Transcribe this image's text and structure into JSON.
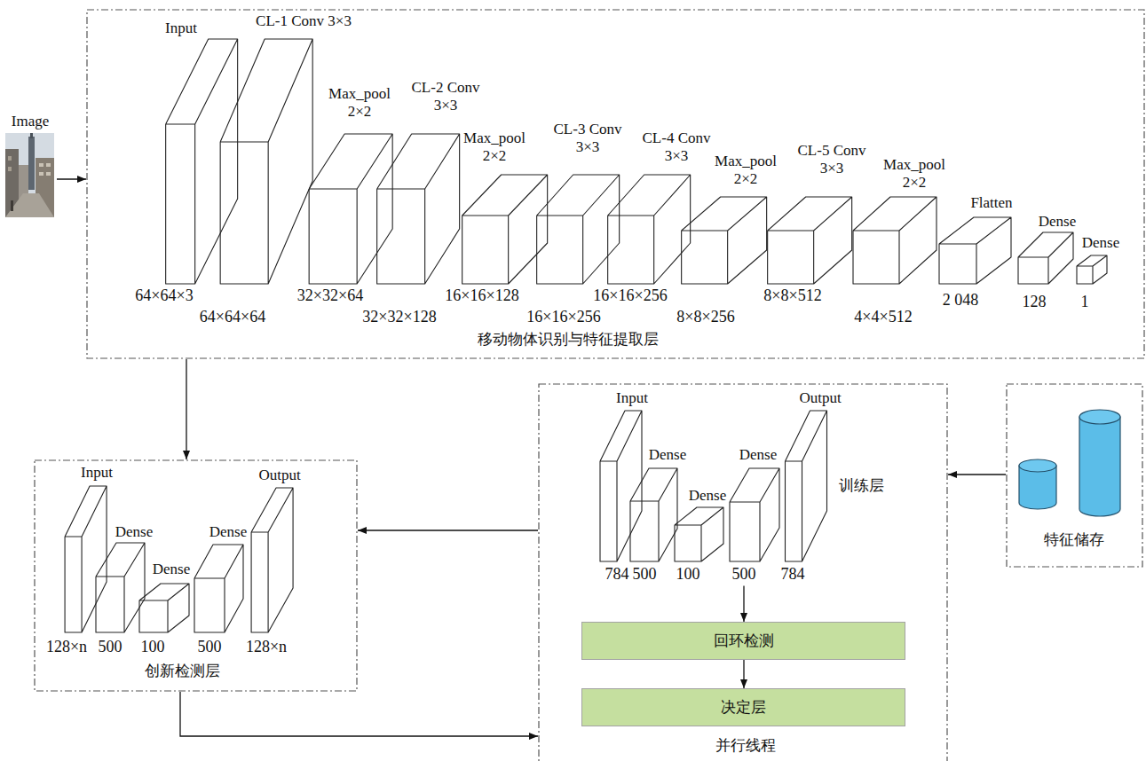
{
  "diagram": {
    "nodes": [
      {
        "text": [
          "Image"
        ]
      },
      {
        "text": [
          "移动物体识别与特征提取层"
        ]
      },
      {
        "text": [
          "Input",
          "64×64×3"
        ],
        "in": 1
      },
      {
        "text": [
          "CL-1 Conv 3×3",
          "64×64×64"
        ],
        "in": 1
      },
      {
        "text": [
          "Max_pool 2×2",
          "32×32×64"
        ],
        "in": 1
      },
      {
        "text": [
          "CL-2 Conv 3×3",
          "32×32×128"
        ],
        "in": 1
      },
      {
        "text": [
          "Max_pool 2×2",
          "16×16×128"
        ],
        "in": 1
      },
      {
        "text": [
          "CL-3 Conv 3×3",
          "16×16×256"
        ],
        "in": 1
      },
      {
        "text": [
          "CL-4 Conv 3×3",
          "16×16×256"
        ],
        "in": 1
      },
      {
        "text": [
          "Max_pool 2×2",
          "8×8×256"
        ],
        "in": 1
      },
      {
        "text": [
          "CL-5 Conv 3×3",
          "8×8×512"
        ],
        "in": 1
      },
      {
        "text": [
          "Max_pool 2×2",
          "4×4×512"
        ],
        "in": 1
      },
      {
        "text": [
          "Flatten",
          "2 048"
        ],
        "in": 1
      },
      {
        "text": [
          "Dense",
          "128"
        ],
        "in": 1
      },
      {
        "text": [
          "Dense",
          "1"
        ],
        "in": 1
      },
      {
        "text": [
          "创新检测层"
        ]
      },
      {
        "text": [
          "Input",
          "128×n"
        ],
        "in": 15
      },
      {
        "text": [
          "Dense",
          "500"
        ],
        "in": 15
      },
      {
        "text": [
          "Dense",
          "100"
        ],
        "in": 15
      },
      {
        "text": [
          "Dense",
          "500"
        ],
        "in": 15
      },
      {
        "text": [
          "Output",
          "128×n"
        ],
        "in": 15
      },
      {
        "text": [
          "训练层",
          "并行线程"
        ]
      },
      {
        "text": [
          "Input",
          "784"
        ],
        "in": 21
      },
      {
        "text": [
          "Dense",
          "500"
        ],
        "in": 21
      },
      {
        "text": [
          "Dense",
          "100"
        ],
        "in": 21
      },
      {
        "text": [
          "Dense",
          "500"
        ],
        "in": 21
      },
      {
        "text": [
          "Output",
          "784"
        ],
        "in": 21
      },
      {
        "text": [
          "回环检测"
        ],
        "in": 21
      },
      {
        "text": [
          "决定层"
        ],
        "in": 21
      },
      {
        "text": [
          "特征储存"
        ]
      }
    ],
    "edges": [
      {
        "from": 0,
        "to": 1,
        "arrow": "to"
      },
      {
        "from": 1,
        "to": 15,
        "arrow": "to"
      },
      {
        "from": 21,
        "to": 15,
        "arrow": "to"
      },
      {
        "from": 29,
        "to": 21,
        "arrow": "to"
      },
      {
        "from": 15,
        "to": 21,
        "arrow": "to"
      },
      {
        "from": 25,
        "to": 27,
        "arrow": "to"
      },
      {
        "from": 27,
        "to": 28,
        "arrow": "to"
      }
    ]
  }
}
